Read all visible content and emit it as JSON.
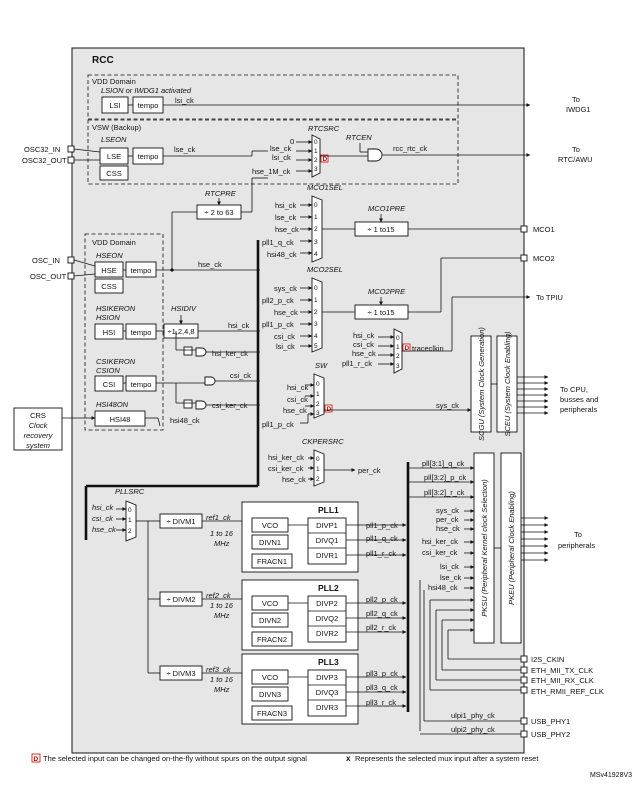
{
  "title": "RCC",
  "doc_id": "MSv41928V3",
  "domains": {
    "vdd_top": "VDD Domain",
    "lsi_condition": "LSION or IWDG1 activated",
    "vsw": "VSW (Backup)",
    "lseon": "LSEON",
    "vdd_left": "VDD Domain",
    "hseon": "HSEON",
    "hsikeron": "HSIKERON",
    "hsion": "HSION",
    "csikeron": "CSIKERON",
    "csion": "CSION",
    "hsi48on": "HSI48ON"
  },
  "blocks": {
    "lsi": "LSI",
    "tempo1": "tempo",
    "lse": "LSE",
    "tempo2": "tempo",
    "css1": "CSS",
    "hse": "HSE",
    "tempo3": "tempo",
    "css2": "CSS",
    "hsi": "HSI",
    "tempo4": "tempo",
    "csi": "CSI",
    "tempo5": "tempo",
    "hsi48": "HSI48",
    "crs_1": "CRS",
    "crs_2": "Clock",
    "crs_3": "recovery",
    "crs_4": "system",
    "rtcpre_div": "÷ 2 to 63",
    "mco1_div": "÷ 1 to15",
    "mco2_div": "÷ 1 to15",
    "hsidiv_div": "÷1,2,4,8",
    "divm1": "÷ DIVM1",
    "divm2": "÷ DIVM2",
    "divm3": "÷ DIVM3",
    "pll1": "PLL1",
    "pll2": "PLL2",
    "pll3": "PLL3",
    "vco1": "VCO",
    "divn1": "DIVN1",
    "fracn1": "FRACN1",
    "divp1": "DIVP1",
    "divq1": "DIVQ1",
    "divr1": "DIVR1",
    "vco2": "VCO",
    "divn2": "DIVN2",
    "fracn2": "FRACN2",
    "divp2": "DIVP2",
    "divq2": "DIVQ2",
    "divr2": "DIVR2",
    "vco3": "VCO",
    "divn3": "DIVN3",
    "fracn3": "FRACN3",
    "divp3": "DIVP3",
    "divq3": "DIVQ3",
    "divr3": "DIVR3",
    "scgu": "SCGU (System Clock Generation)",
    "sceu": "SCEU (System Clock Enabling)",
    "pksu": "PKSU (Peripheral Kernel clock Selection)",
    "pkeu": "PKEU (Peripheral Clock Enabling)"
  },
  "mux_labels": {
    "rtcsrc": "RTCSRC",
    "rtcen": "RTCEN",
    "rtcpre": "RTCPRE",
    "mco1sel": "MCO1SEL",
    "mco1pre": "MCO1PRE",
    "mco2sel": "MCO2SEL",
    "mco2pre": "MCO2PRE",
    "hsidiv": "HSIDIV",
    "sw": "SW",
    "ckpersrc": "CKPERSRC",
    "pllsrc": "PLLSRC",
    "traceclkin": "traceclkin"
  },
  "signals": {
    "lsi_ck": "lsi_ck",
    "lse_ck": "lse_ck",
    "hse_ck": "hse_ck",
    "hse_1m_ck": "hse_1M_ck",
    "rcc_rtc_ck": "rcc_rtc_ck",
    "zero": "0",
    "hsi_ck": "hsi_ck",
    "hsi_ker_ck": "hsi_ker_ck",
    "csi_ck": "csi_ck",
    "csi_ker_ck": "csi_ker_ck",
    "hsi48_ck": "hsi48_ck",
    "pll1_q_ck": "pll1_q_ck",
    "sys_ck": "sys_ck",
    "pll2_p_ck": "pll2_p_ck",
    "pll1_p_ck": "pll1_p_ck",
    "pll1_r_ck": "pll1_r_ck",
    "pll2_q_ck": "pll2_q_ck",
    "pll2_r_ck": "pll2_r_ck",
    "pll3_p_ck": "pll3_p_ck",
    "pll3_q_ck": "pll3_q_ck",
    "pll3_r_ck": "pll3_r_ck",
    "per_ck": "per_ck",
    "ref1_ck": "ref1_ck",
    "ref2_ck": "ref2_ck",
    "ref3_ck": "ref3_ck",
    "range": "1 to 16",
    "mhz": "MHz",
    "pll_q": "pll[3:1]_q_ck",
    "pll_p": "pll[3:2]_p_ck",
    "pll_r": "pll[3:2]_r_ck",
    "i2s_ckin": "I2S_CKIN",
    "eth_tx": "ETH_MII_TX_CLK",
    "eth_rx": "ETH_MII_RX_CLK",
    "eth_ref": "ETH_RMII_REF_CLK",
    "ulpi1": "ulpi1_phy_ck",
    "ulpi2": "ulpi2_phy_ck",
    "usb_phy1": "USB_PHY1",
    "usb_phy2": "USB_PHY2"
  },
  "pins": {
    "osc32_in": "OSC32_IN",
    "osc32_out": "OSC32_OUT",
    "osc_in": "OSC_IN",
    "osc_out": "OSC_OUT",
    "mco1": "MCO1",
    "mco2": "MCO2"
  },
  "outputs": {
    "to_iwdg_1": "To",
    "to_iwdg_2": "IWDG1",
    "to_rtc_1": "To",
    "to_rtc_2": "RTC/AWU",
    "to_tpiu": "To TPIU",
    "to_cpu_1": "To CPU,",
    "to_cpu_2": "busses and",
    "to_cpu_3": "peripherals",
    "to_per_1": "To",
    "to_per_2": "peripherals"
  },
  "legend": {
    "d_mark": "D",
    "d_text": "The selected input can be changed on-the-fly without spurs on the output signal",
    "x_mark": "x",
    "x_text": "Represents the selected mux input after a system reset"
  }
}
